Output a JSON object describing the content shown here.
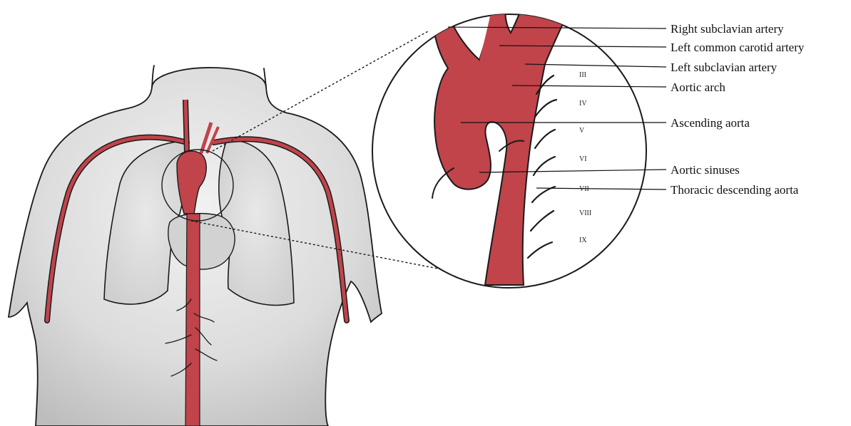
{
  "labels": {
    "right_subclavian": "Right subclavian artery",
    "left_common_carotid": "Left common carotid artery",
    "left_subclavian": "Left subclavian artery",
    "aortic_arch": "Aortic arch",
    "ascending_aorta": "Ascending aorta",
    "aortic_sinuses": "Aortic sinuses",
    "thoracic_descending": "Thoracic descending aorta"
  },
  "ribs": [
    "III",
    "IV",
    "V",
    "VI",
    "VII",
    "VIII",
    "IX"
  ],
  "colors": {
    "artery": "#c0444a",
    "body": "#d4d4d4",
    "outline": "#1a1a1a",
    "leader": "#111111"
  }
}
